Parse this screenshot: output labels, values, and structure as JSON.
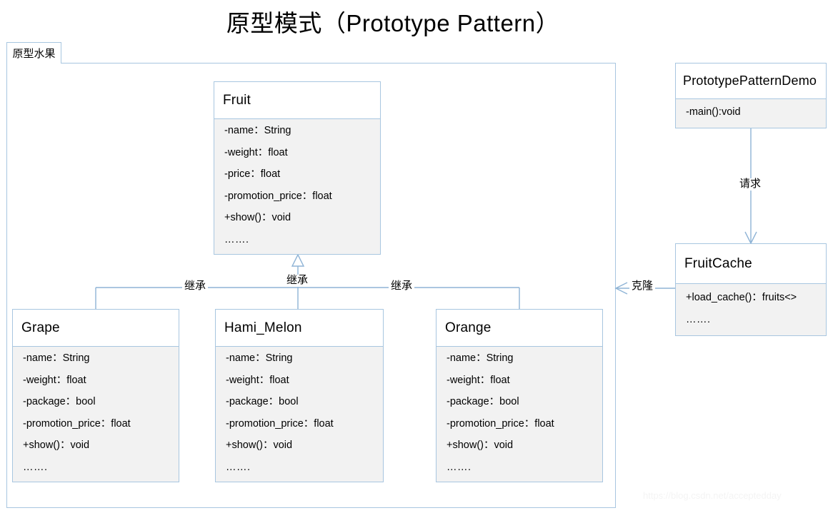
{
  "title": "原型模式（Prototype Pattern）",
  "package": {
    "tab_label": "原型水果"
  },
  "classes": {
    "fruit": {
      "name": "Fruit",
      "members": [
        "-name：String",
        "-weight：float",
        "-price：float",
        "-promotion_price：float",
        "+show()：void",
        "……."
      ]
    },
    "grape": {
      "name": "Grape",
      "members": [
        "-name：String",
        "-weight：float",
        "-package：bool",
        "-promotion_price：float",
        "+show()：void",
        "……."
      ]
    },
    "hami_melon": {
      "name": "Hami_Melon",
      "members": [
        "-name：String",
        "-weight：float",
        "-package：bool",
        "-promotion_price：float",
        "+show()：void",
        "……."
      ]
    },
    "orange": {
      "name": "Orange",
      "members": [
        "-name：String",
        "-weight：float",
        "-package：bool",
        "-promotion_price：float",
        "+show()：void",
        "……."
      ]
    },
    "demo": {
      "name": "PrototypePatternDemo",
      "members": [
        "-main():void"
      ]
    },
    "fruitcache": {
      "name": "FruitCache",
      "members": [
        "+load_cache()：fruits<>",
        "……."
      ]
    }
  },
  "edges": {
    "inherit_left": "继承",
    "inherit_mid": "继承",
    "inherit_right": "继承",
    "request": "请求",
    "clone": "克隆"
  },
  "watermark": "https://blog.csdn.net/acceptedday",
  "colors": {
    "border": "#a8c6e0",
    "connector": "#8fb4d6",
    "body_fill": "#f2f2f2",
    "header_fill": "#ffffff"
  }
}
